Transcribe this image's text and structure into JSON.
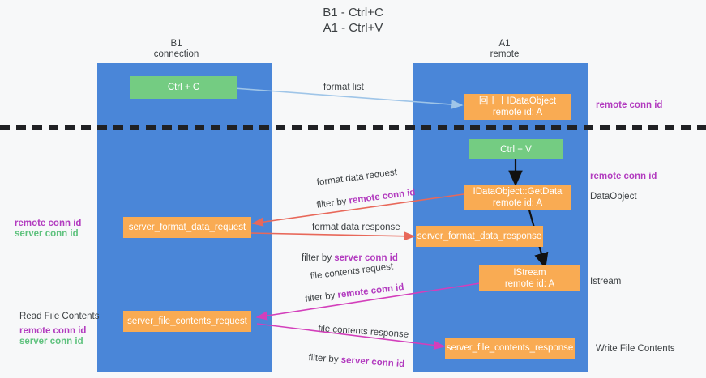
{
  "title": "B1 - Ctrl+C\nA1 - Ctrl+V",
  "lanes": [
    {
      "name": "b1",
      "header": "B1\nconnection"
    },
    {
      "name": "a1",
      "header": "A1\nremote"
    }
  ],
  "boxes": {
    "ctrl_c": {
      "label": "Ctrl + C",
      "color": "#74cc82"
    },
    "ctrl_v": {
      "label": "Ctrl + V",
      "color": "#74cc82"
    },
    "idataobject": {
      "line1": "回丨丨IDataObject",
      "line2": "remote id: A",
      "color": "#f9ab53"
    },
    "getdata": {
      "line1": "IDataObject::GetData",
      "line2": "remote id: A",
      "color": "#f9ab53"
    },
    "server_format_data_request": {
      "label": "server_format_data_request",
      "color": "#f9ab53"
    },
    "server_format_data_response": {
      "label": "server_format_data_response",
      "color": "#f9ab53"
    },
    "istream": {
      "line1": "IStream",
      "line2": "remote id: A",
      "color": "#f9ab53"
    },
    "server_file_contents_request": {
      "label": "server_file_contents_request",
      "color": "#f9ab53"
    },
    "server_file_contents_response": {
      "label": "server_file_contents_response",
      "color": "#f9ab53"
    }
  },
  "arrow_labels": {
    "format_list": "format list",
    "format_data_request": "format data request",
    "format_data_request_filter_prefix": "filter by ",
    "format_data_request_filter_key": "remote conn id",
    "format_data_response": "format data response",
    "format_data_response_filter_prefix": "filter by ",
    "format_data_response_filter_key": "server conn id",
    "file_contents_request": "file contents request",
    "file_contents_request_filter_prefix": "filter by ",
    "file_contents_request_filter_key": "remote conn id",
    "file_contents_response": "file contents response",
    "file_contents_response_filter_prefix": "filter by ",
    "file_contents_response_filter_key": "server conn id"
  },
  "right_notes": {
    "remote_conn_id_top": "remote conn id",
    "remote_conn_id_mid": "remote conn id",
    "dataobject": "DataObject",
    "istream": "Istream",
    "write_file_contents": "Write File Contents"
  },
  "left_notes": {
    "remote_conn_id_mid": "remote conn id",
    "server_conn_id_mid": "server conn id",
    "read_file_contents": "Read File Contents",
    "remote_conn_id_bottom": "remote conn id",
    "server_conn_id_bottom": "server conn id"
  },
  "colors": {
    "lane": "#4a86d8",
    "box_orange": "#f9ab53",
    "box_green": "#74cc82",
    "accent_purple": "#b23bbf",
    "accent_green": "#5fc27e",
    "arrow_blue": "#9fc5e8",
    "arrow_red": "#e8685a",
    "arrow_magenta": "#d33fbb",
    "arrow_black": "#000000",
    "background": "#f7f8f9"
  }
}
